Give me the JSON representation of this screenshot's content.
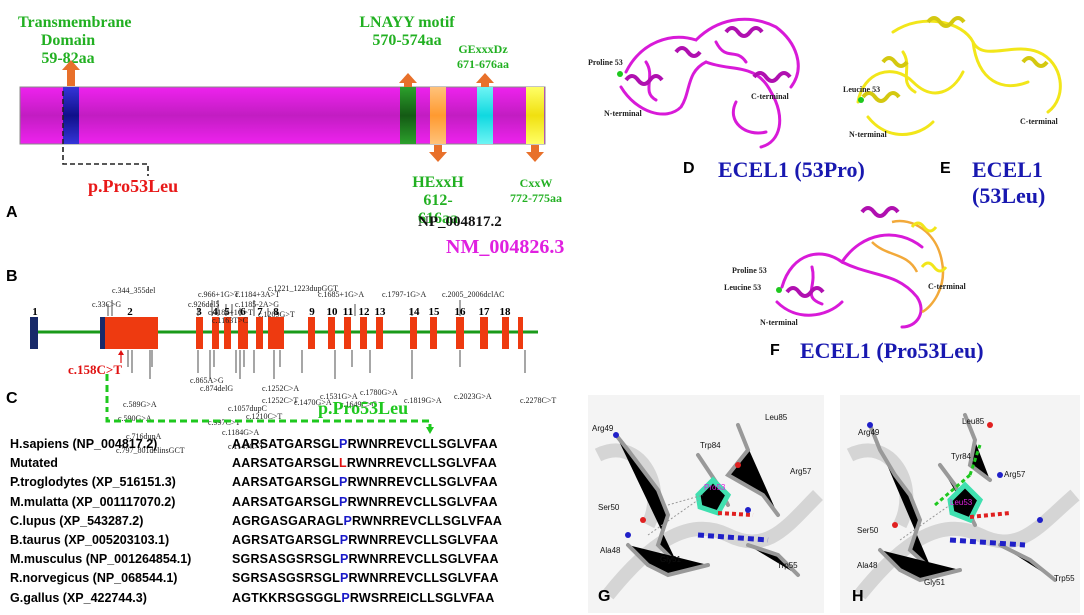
{
  "panelA": {
    "letter": "A",
    "labels": {
      "tm": "Transmembrane\nDomain\n59-82aa",
      "lnayy": "LNAYY motif\n570-574aa",
      "gexxxdz": "GExxxDz\n671-676aa",
      "hexxh": "HExxH\n612-616aa",
      "cxxw": "CxxW\n772-775aa",
      "mutation": "p.Pro53Leu",
      "np": "NP_004817.2"
    },
    "colors": {
      "protein": "#ee22ee",
      "tm": "#3535d8",
      "lnayy": "#1e8a1e",
      "hexxh": "#ffaa50",
      "gexxxdz": "#1ee8ee",
      "cxxw": "#ffff33",
      "arrow": "#e8702a"
    }
  },
  "panelB": {
    "letter": "B",
    "nm": "NM_004826.3",
    "exons": [
      "1",
      "2",
      "3",
      "4",
      "5",
      "6",
      "7",
      "8",
      "9",
      "10",
      "11",
      "12",
      "13",
      "14",
      "15",
      "16",
      "17",
      "18"
    ],
    "mutations_top": [
      "c.344_355del",
      "c.33C>G",
      "c.926del5",
      "c.966+1G>T",
      "c.1184+3A>T",
      "c.1221_1223dupGGT",
      "c.1184+1G>T",
      "c.1185-2A>G",
      "c.1163T>C",
      "c.1209G>T",
      "c.1685+1G>A",
      "c.1797-1G>A",
      "c.2005_2006dclAC"
    ],
    "mutations_bottom": [
      "c.589G>A",
      "c.590G>A",
      "c.716dupA",
      "c.797_801delinsGCT",
      "c.865A>G",
      "c.874delG",
      "c.997C>T",
      "c.1057dupC",
      "c.1147C>T",
      "c.1184G>A",
      "c.1210C>T",
      "c.1252C>A",
      "c.1252C>T",
      "c.1470G>A",
      "c.1531G>A",
      "c.1649C>G",
      "c.1780G>A",
      "c.1819G>A",
      "c.2023G>A",
      "c.2278C>T"
    ],
    "highlight_mutation": "c.158C>T"
  },
  "panelC": {
    "letter": "C",
    "protein_change": "p.Pro53Leu",
    "rows": [
      {
        "name": "H.sapiens (NP_004817.2)",
        "pre": "AARSATGARSGL",
        "res": "P",
        "post": "RWNRREVCLLSGLVFAA",
        "mut": false
      },
      {
        "name": "Mutated",
        "pre": "AARSATGARSGL",
        "res": "L",
        "post": "RWNRREVCLLSGLVFAA",
        "mut": true
      },
      {
        "name": "P.troglodytes (XP_516151.3)",
        "pre": "AARSATGARSGL",
        "res": "P",
        "post": "RWNRREVCLLSGLVFAA",
        "mut": false
      },
      {
        "name": "M.mulatta (XP_001117070.2)",
        "pre": "AARSATGARSGL",
        "res": "P",
        "post": "RWNRREVCLLSGLVFAA",
        "mut": false
      },
      {
        "name": "C.lupus (XP_543287.2)",
        "pre": "AGRGASGARAGL",
        "res": "P",
        "post": "RWNRREVCLLSGLVFAA",
        "mut": false
      },
      {
        "name": "B.taurus (XP_005203103.1)",
        "pre": "AGRSATGARSGL",
        "res": "P",
        "post": "RWNRREVCLLSGLVFAA",
        "mut": false
      },
      {
        "name": "M.musculus (NP_001264854.1)",
        "pre": "SGRSASGSRSGL",
        "res": "P",
        "post": "RWNRREVCLLSGLVFAA",
        "mut": false
      },
      {
        "name": "R.norvegicus (NP_068544.1)",
        "pre": "SGRSASGSRSGL",
        "res": "P",
        "post": "RWNRREVCLLSGLVFAA",
        "mut": false
      },
      {
        "name": "G.gallus (XP_422744.3)",
        "pre": "AGTKKRSGSGGL",
        "res": "P",
        "post": "RWSRREICLLSGLVFAA",
        "mut": false
      }
    ]
  },
  "panelD": {
    "letter": "D",
    "title": "ECEL1 (53Pro)",
    "labels": {
      "site": "Proline 53",
      "n": "N-terminal",
      "c": "C-terminal"
    },
    "color": "#d81ad8"
  },
  "panelE": {
    "letter": "E",
    "title": "ECEL1 (53Leu)",
    "labels": {
      "site": "Leucine 53",
      "n": "N-terminal",
      "c": "C-terminal"
    },
    "color": "#f2e61a"
  },
  "panelF": {
    "letter": "F",
    "title": "ECEL1 (Pro53Leu)",
    "labels": {
      "site1": "Proline 53",
      "site2": "Leucine 53",
      "n": "N-terminal",
      "c": "C-terminal"
    }
  },
  "panelG": {
    "letter": "G",
    "residues": [
      "Arg49",
      "Trp84",
      "Leu85",
      "Arg57",
      "Pro53",
      "Ser50",
      "Ala48",
      "Gly51",
      "Trp55"
    ]
  },
  "panelH": {
    "letter": "H",
    "residues": [
      "Arg49",
      "Leu85",
      "Tyr84",
      "Arg57",
      "Leu53",
      "Ser50",
      "Ala48",
      "Gly51",
      "Trp55"
    ]
  }
}
